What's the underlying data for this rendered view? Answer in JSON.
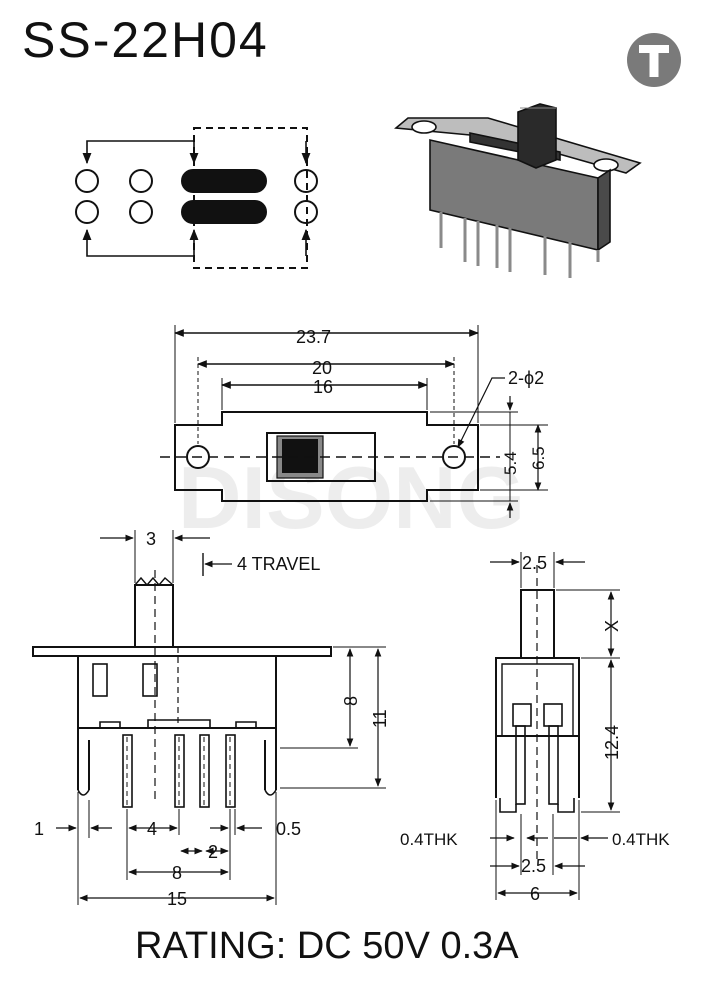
{
  "header": {
    "title": "SS-22H04",
    "logo_letter": "T"
  },
  "watermark": "DISONG",
  "top_view": {
    "overall_length": "23.7",
    "hole_pitch": "20",
    "frame_length": "16",
    "hole_callout": "2-ϕ2",
    "inner_height": "5.4",
    "outer_height": "6.5"
  },
  "side_view": {
    "actuator_width": "3",
    "travel": "4 TRAVEL",
    "body_height": "8",
    "total_height": "11",
    "pin_thickness": "1",
    "pin_offset": "4",
    "pin_width": "0.5",
    "pin_pitch": "2",
    "pin_span": "8",
    "overall_width": "15"
  },
  "end_view": {
    "actuator_width": "2.5",
    "actuator_height": "X",
    "body_height": "12.4",
    "thickness_left": "0.4THK",
    "thickness_right": "0.4THK",
    "row_pitch": "2.5",
    "overall_width": "6"
  },
  "footer": {
    "rating": "RATING: DC 50V 0.3A"
  },
  "colors": {
    "line": "#111111",
    "logo": "#7a7a7a",
    "background": "#ffffff"
  }
}
